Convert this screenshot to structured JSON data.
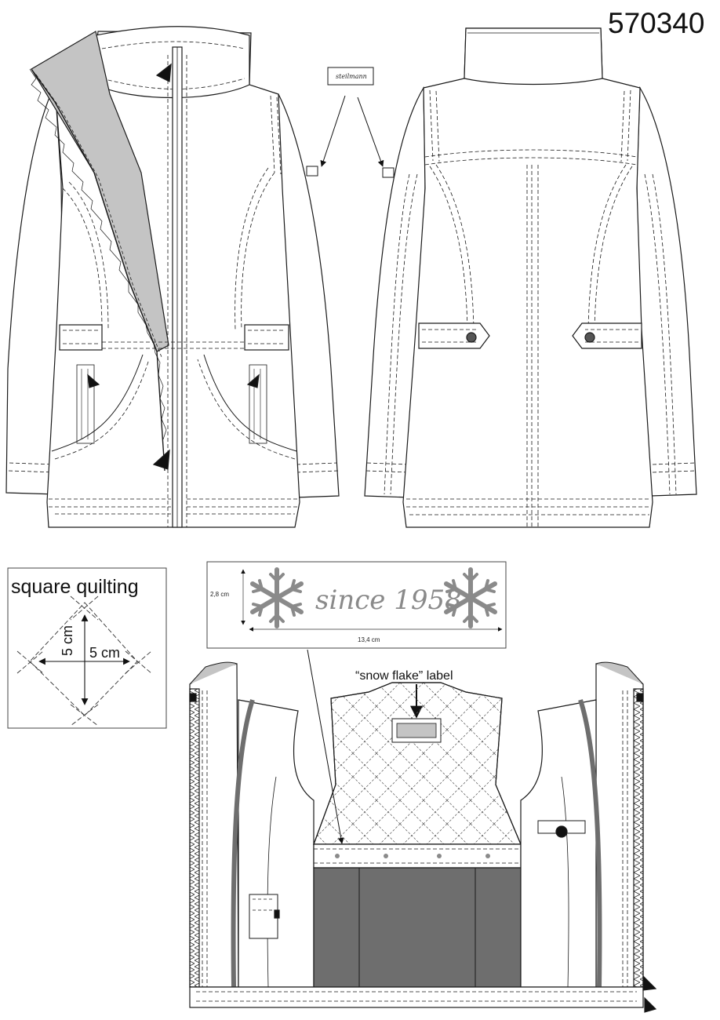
{
  "style_number": "570340",
  "brand_tag": "steilmann",
  "quilting": {
    "title": "square quilting",
    "dim_vertical": "5 cm",
    "dim_horizontal": "5 cm"
  },
  "label_artwork": {
    "text": "since 1958",
    "height": "2,8 cm",
    "width": "13,4 cm"
  },
  "callout": "“snow flake” label",
  "colors": {
    "line": "#1a1a1a",
    "lining_gray": "#c4c4c4",
    "dark_gray": "#6e6e6e",
    "snowflake": "#8a8a8a"
  }
}
